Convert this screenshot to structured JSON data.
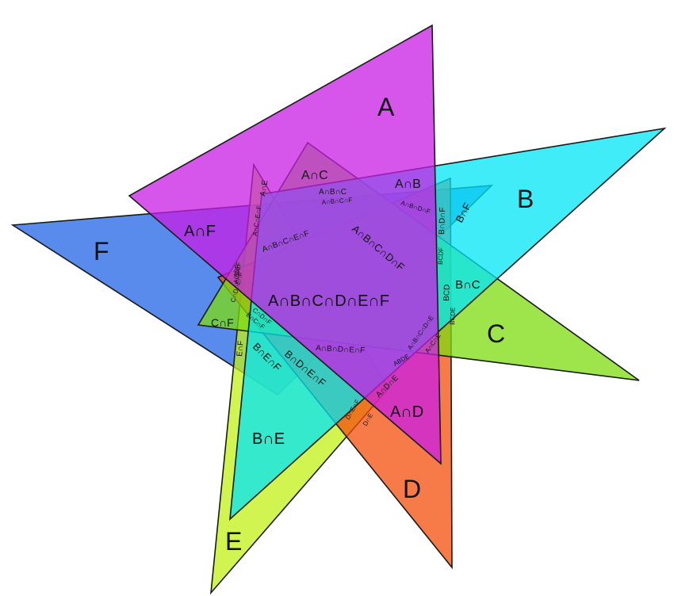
{
  "colors": {
    "A": "#c81ee6",
    "B": "#00e6f5",
    "C": "#7edc10",
    "D": "#f44e0c",
    "E": "#c2f016",
    "F": "#2064e6"
  },
  "sets": {
    "A": "A",
    "B": "B",
    "C": "C",
    "D": "D",
    "E": "E",
    "F": "F"
  },
  "regions": {
    "AC": "A∩C",
    "AB": "A∩B",
    "AE": "A∩E",
    "AF": "A∩F",
    "BF": "B∩F",
    "BC": "B∩C",
    "CF": "C∩F",
    "AD": "A∩D",
    "BE": "B∩E",
    "ABC": "A∩B∩C",
    "ABCF": "A∩B∩C∩F",
    "ABDF": "A∩B∩D∩F",
    "ABCEF": "A∩B∩C∩E∩F",
    "ABCDF": "A∩B∩C∩D∩F",
    "ABCDEF": "A∩B∩C∩D∩E∩F",
    "BDF": "B∩D∩F",
    "BCDF": "BCDF",
    "BCD": "BCD",
    "BCDE": "BCDE",
    "ABCDE": "A∩B∩C∩D∩E",
    "ACE": "A∩C∩E",
    "ABDE": "ABDE",
    "ADE": "A∩D∩E",
    "ABDEF": "A∩B∩D∩E∩F",
    "BDEF": "B∩D∩E∩F",
    "BEF": "B∩E∩F",
    "EF": "E∩F",
    "DEF": "D∩E∩F",
    "DE": "D∩E",
    "ACEF": "A∩C∩E∩F",
    "ACDEF": "ACDEF",
    "CDEF": "C∩D∩E∩F",
    "CDF": "C∩D∩F",
    "BCF": "B∩C∩F",
    "ADF": "ADF"
  }
}
